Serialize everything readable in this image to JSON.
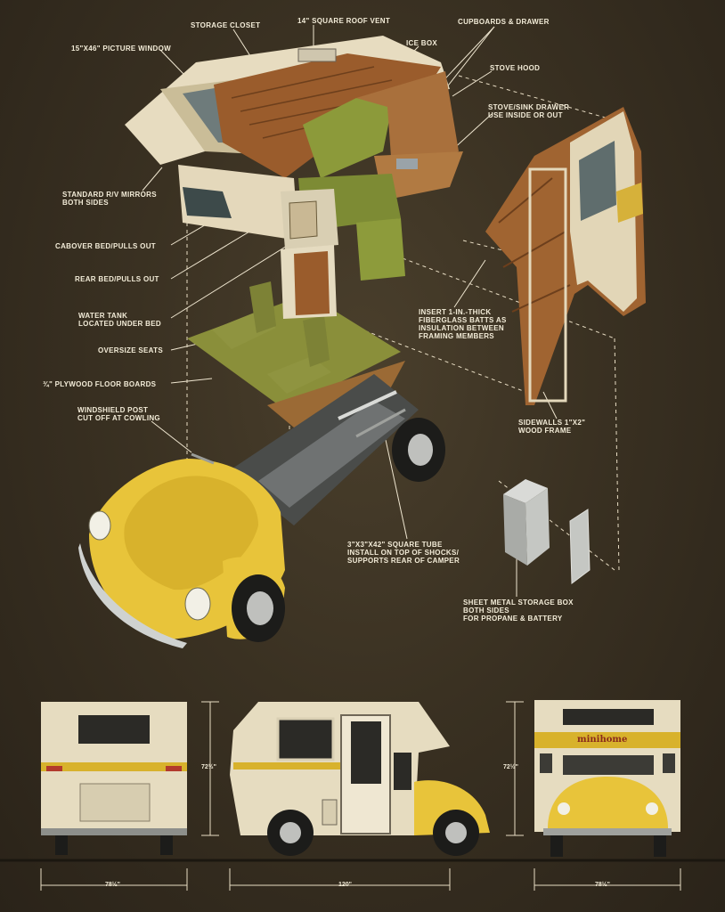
{
  "labels": {
    "storage_closet": "STORAGE CLOSET",
    "roof_vent": "14\" SQUARE ROOF VENT",
    "cupboards_drawer": "CUPBOARDS & DRAWER",
    "picture_window": "15\"X46\" PICTURE WINDOW",
    "ice_box": "ICE BOX",
    "stove_hood": "STOVE HOOD",
    "stove_sink_drawer": "STOVE/SINK DRAWER\nUSE INSIDE OR OUT",
    "rv_mirrors": "STANDARD R/V MIRRORS\nBOTH SIDES",
    "cabover_bed": "CABOVER BED/PULLS OUT",
    "rear_bed": "REAR BED/PULLS OUT",
    "water_tank": "WATER TANK\nLOCATED UNDER BED",
    "oversize_seats": "OVERSIZE SEATS",
    "plywood_floor": "¾\" PLYWOOD FLOOR BOARDS",
    "windshield_post": "WINDSHIELD POST\nCUT OFF AT COWLING",
    "insulation": "INSERT 1-IN.-THICK\nFIBERGLASS BATTS AS\nINSULATION BETWEEN\nFRAMING MEMBERS",
    "sidewalls": "SIDEWALLS 1\"X2\"\nWOOD FRAME",
    "square_tube": "3\"X3\"X42\" SQUARE TUBE\nINSTALL ON TOP OF SHOCKS/\nSUPPORTS REAR OF CAMPER",
    "storage_box": "SHEET METAL STORAGE BOX\nBOTH SIDES\nFOR PROPANE & BATTERY"
  },
  "elevations": {
    "brand": "minihome",
    "rear_width": "78½\"",
    "length": "120\"",
    "front_width": "78½\"",
    "height_left": "72½\"",
    "height_right": "72½\""
  },
  "colors": {
    "background": "#3a3122",
    "label_text": "#f3ecd8",
    "beetle_yellow": "#e8c43a",
    "camper_cream": "#e6dcc0",
    "wood": "#9a5c2c",
    "olive_green": "#8c9a3a"
  }
}
